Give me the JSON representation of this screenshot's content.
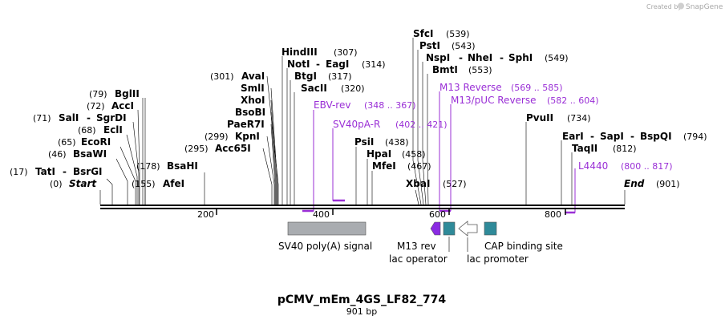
{
  "title": "pCMV_mEm_4GS_LF82_774",
  "length_label": "901 bp",
  "watermark_prefix": "Created by",
  "watermark_brand": "SnapGene",
  "colors": {
    "primer": "#9a2fd6",
    "feature_gray": "#a9acb0",
    "feature_teal": "#2f8a99",
    "feature_purple": "#8a2be2"
  },
  "tick_labels": [
    "200",
    "400",
    "600",
    "800"
  ],
  "start_label": "Start",
  "start_pos": "(0)",
  "end_label": "End",
  "end_pos": "(901)",
  "enzymes": {
    "tati": "TatI",
    "bsrgi": "BsrGI",
    "tati_pos": "(17)",
    "bsawi": "BsaWI",
    "bsawi_pos": "(46)",
    "ecori": "EcoRI",
    "ecori_pos": "(65)",
    "ecli": "EclI",
    "ecli_pos": "(68)",
    "sali": "SalI",
    "sgrdi": "SgrDI",
    "sali_pos": "(71)",
    "acci": "AccI",
    "acci_pos": "(72)",
    "bglii": "BglII",
    "bglii_pos": "(79)",
    "afei": "AfeI",
    "afei_pos": "(155)",
    "bsahi": "BsaHI",
    "bsahi_pos": "(178)",
    "acc65i": "Acc65I",
    "acc65i_pos": "(295)",
    "kpni": "KpnI",
    "kpni_pos": "(299)",
    "paer7i": "PaeR7I",
    "bsobi": "BsoBI",
    "xhoi": "XhoI",
    "smli": "SmlI",
    "avai": "AvaI",
    "avai_pos": "(301)",
    "hindiii": "HindIII",
    "hindiii_pos": "(307)",
    "noti": "NotI",
    "eagi": "EagI",
    "noti_pos": "(314)",
    "btgi": "BtgI",
    "btgi_pos": "(317)",
    "sacii": "SacII",
    "sacii_pos": "(320)",
    "psii": "PsiI",
    "psii_pos": "(438)",
    "hpai": "HpaI",
    "hpai_pos": "(458)",
    "mfei": "MfeI",
    "mfei_pos": "(467)",
    "xbai": "XbaI",
    "xbai_pos": "(527)",
    "sfci": "SfcI",
    "sfci_pos": "(539)",
    "psti": "PstI",
    "psti_pos": "(543)",
    "nspi": "NspI",
    "nhei": "NheI",
    "sphi": "SphI",
    "nspi_pos": "(549)",
    "bmti": "BmtI",
    "bmti_pos": "(553)",
    "pvuii": "PvuII",
    "pvuii_pos": "(734)",
    "eari": "EarI",
    "sapi": "SapI",
    "bspqi": "BspQI",
    "eari_pos": "(794)",
    "taqii": "TaqII",
    "taqii_pos": "(812)",
    "dash": "-"
  },
  "primers": {
    "ebv_rev": "EBV-rev",
    "ebv_rev_range": "(348 .. 367)",
    "sv40pa_r": "SV40pA-R",
    "sv40pa_r_range": "(402 .. 421)",
    "m13_reverse": "M13 Reverse",
    "m13_reverse_range": "(569 .. 585)",
    "m13_puc_reverse": "M13/pUC Reverse",
    "m13_puc_reverse_range": "(582 .. 604)",
    "l4440": "L4440",
    "l4440_range": "(800 .. 817)"
  },
  "features": {
    "sv40_polya": "SV40 poly(A) signal",
    "m13_rev": "M13 rev",
    "lac_operator": "lac operator",
    "lac_promoter": "lac promoter",
    "cap_binding_site": "CAP binding site"
  }
}
